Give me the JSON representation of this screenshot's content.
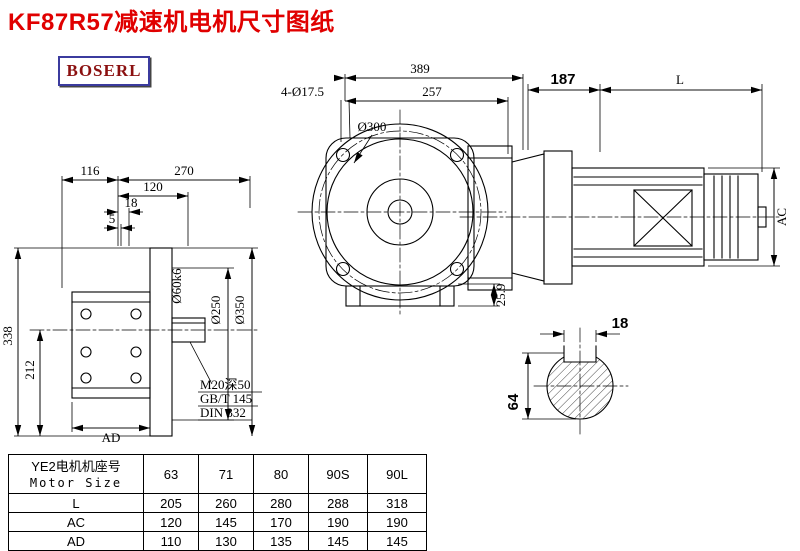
{
  "page": {
    "title": "KF87R57减速机电机尺寸图纸",
    "brand": "BOSERL"
  },
  "dims": {
    "overall_389": "389",
    "flange_257": "257",
    "holes": "4-Ø17.5",
    "flange_dia": "Ø300",
    "offset_259": "25.9",
    "motor_187": "187",
    "motor_L": "L",
    "motor_AC": "AC",
    "top_116": "116",
    "top_270": "270",
    "top_120": "120",
    "top_18": "18",
    "top_5": "5",
    "height_338": "338",
    "height_212": "212",
    "bottom_AD": "AD",
    "shaft_dia": "Ø60k6",
    "pilot_dia": "Ø250",
    "flange_od": "Ø350",
    "tap_note": "M20深50",
    "std_gb": "GB/T 145",
    "std_din": "DIN 332",
    "key_18": "18",
    "shaft_64": "64"
  },
  "table": {
    "header": {
      "line1": "YE2电机机座号",
      "line2": "Motor Size"
    },
    "sizes": [
      "63",
      "71",
      "80",
      "90S",
      "90L"
    ],
    "rows": [
      {
        "label": "L",
        "values": [
          "205",
          "260",
          "280",
          "288",
          "318"
        ]
      },
      {
        "label": "AC",
        "values": [
          "120",
          "145",
          "170",
          "190",
          "190"
        ]
      },
      {
        "label": "AD",
        "values": [
          "110",
          "130",
          "135",
          "145",
          "145"
        ]
      }
    ]
  }
}
